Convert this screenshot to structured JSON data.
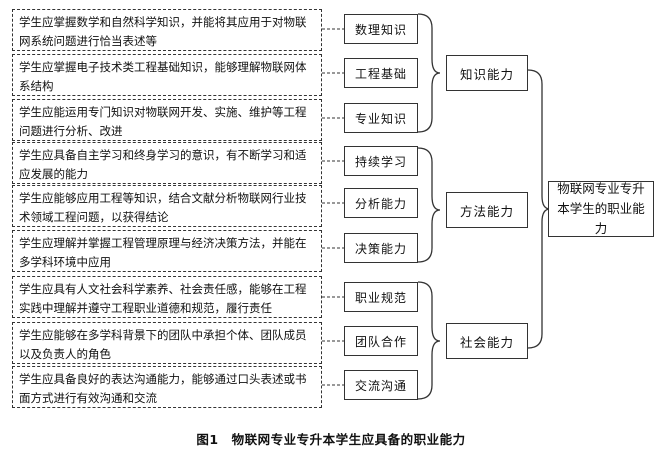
{
  "requirements": [
    "学生应掌握数学和自然科学知识，并能将其应用于对物联网系统问题进行恰当表述等",
    "学生应掌握电子技术类工程基础知识，能够理解物联网体系结构",
    "学生应能运用专门知识对物联网开发、实施、维护等工程问题进行分析、改进",
    "学生应具备自主学习和终身学习的意识，有不断学习和适应发展的能力",
    "学生应能够应用工程等知识，结合文献分析物联网行业技术领域工程问题，以获得结论",
    "学生应理解并掌握工程管理原理与经济决策方法，并能在多学科环境中应用",
    "学生应具有人文社会科学素养、社会责任感，能够在工程实践中理解并遵守工程职业道德和规范，履行责任",
    "学生应能够在多学科背景下的团队中承担个体、团队成员以及负责人的角色",
    "学生应具备良好的表达沟通能力，能够通过口头表述或书面方式进行有效沟通和交流"
  ],
  "sub_abilities": [
    "数理知识",
    "工程基础",
    "专业知识",
    "持续学习",
    "分析能力",
    "决策能力",
    "职业规范",
    "团队合作",
    "交流沟通"
  ],
  "categories": [
    "知识能力",
    "方法能力",
    "社会能力"
  ],
  "final": "物联网专业专升本学生的职业能力",
  "caption": "图1　物联网专业专升本学生应具备的职业能力"
}
